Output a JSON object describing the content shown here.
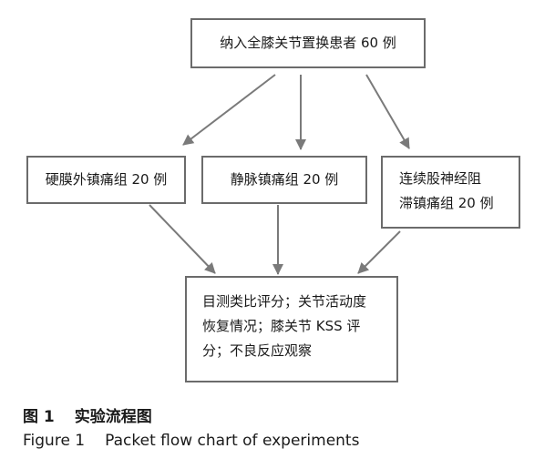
{
  "diagram": {
    "top_box": "纳入全膝关节置换患者 60 例",
    "groups": [
      {
        "lines": [
          "硬膜外镇痛组 20 例"
        ]
      },
      {
        "lines": [
          "静脉镇痛组 20 例"
        ]
      },
      {
        "lines": [
          "连续股神经阻",
          "滞镇痛组 20 例"
        ]
      }
    ],
    "outcome_lines": [
      "目测类比评分；关节活动度",
      "恢复情况；膝关节 KSS 评",
      "分；不良反应观察"
    ]
  },
  "caption": {
    "cn_label": "图 1",
    "cn_title": "实验流程图",
    "en_label": "Figure 1",
    "en_title": "Packet flow chart of experiments"
  },
  "colors": {
    "border": "#6b6b6b",
    "arrow": "#7a7a7a",
    "text": "#1a1a1a"
  }
}
